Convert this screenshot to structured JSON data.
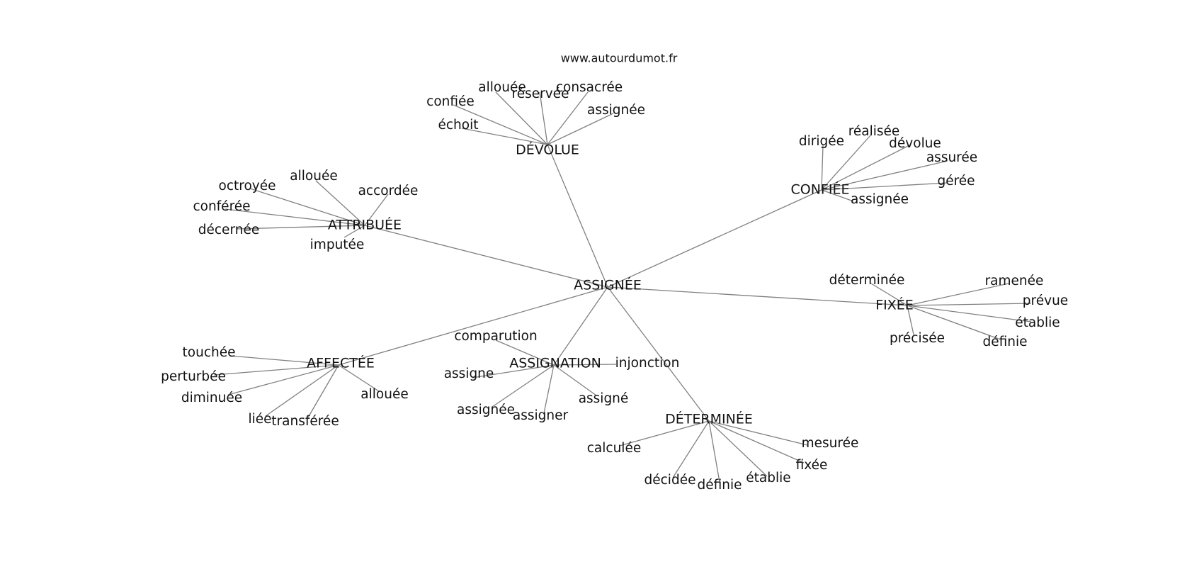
{
  "site_label": "www.autourdumot.fr",
  "center": "ASSIGNÉE",
  "groups": [
    {
      "hub": "DÉVOLUE",
      "words": [
        "allouée",
        "réservée",
        "consacrée",
        "confiée",
        "assignée",
        "échoit"
      ]
    },
    {
      "hub": "CONFIÉE",
      "words": [
        "réalisée",
        "dirigée",
        "dévolue",
        "assurée",
        "gérée",
        "assignée"
      ]
    },
    {
      "hub": "ATTRIBUÉE",
      "words": [
        "allouée",
        "octroyée",
        "accordée",
        "conférée",
        "décernée",
        "imputée"
      ]
    },
    {
      "hub": "FIXÉE",
      "words": [
        "déterminée",
        "ramenée",
        "prévue",
        "établie",
        "définie",
        "précisée"
      ]
    },
    {
      "hub": "AFFECTÉE",
      "words": [
        "touchée",
        "perturbée",
        "diminuée",
        "allouée",
        "liée",
        "transférée"
      ]
    },
    {
      "hub": "ASSIGNATION",
      "words": [
        "comparution",
        "injonction",
        "assigne",
        "assigné",
        "assignée",
        "assigner"
      ]
    },
    {
      "hub": "DÉTERMINÉE",
      "words": [
        "calculée",
        "mesurée",
        "fixée",
        "décidée",
        "définie",
        "établie"
      ]
    }
  ]
}
